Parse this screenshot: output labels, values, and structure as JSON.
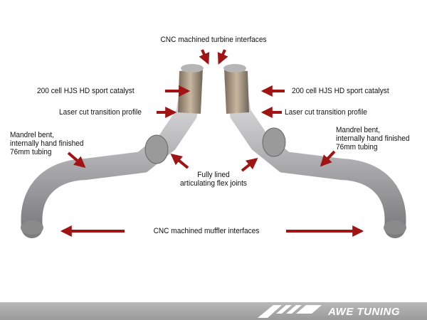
{
  "labels": {
    "turbine": "CNC machined turbine interfaces",
    "catalyst_left": "200 cell HJS HD sport catalyst",
    "catalyst_right": "200 cell HJS HD sport catalyst",
    "transition_left": "Laser cut transition profile",
    "transition_right": "Laser cut transition profile",
    "mandrel_left": [
      "Mandrel bent,",
      "internally hand finished",
      "76mm tubing"
    ],
    "mandrel_right": [
      "Mandrel bent,",
      "internally hand finished",
      "76mm tubing"
    ],
    "flex": [
      "Fully lined",
      "articulating flex joints"
    ],
    "muffler": "CNC machined muffler interfaces"
  },
  "footer": {
    "brand": "AWE TUNING"
  },
  "colors": {
    "arrow": "#a01414",
    "footer": "#a8a8a8"
  }
}
